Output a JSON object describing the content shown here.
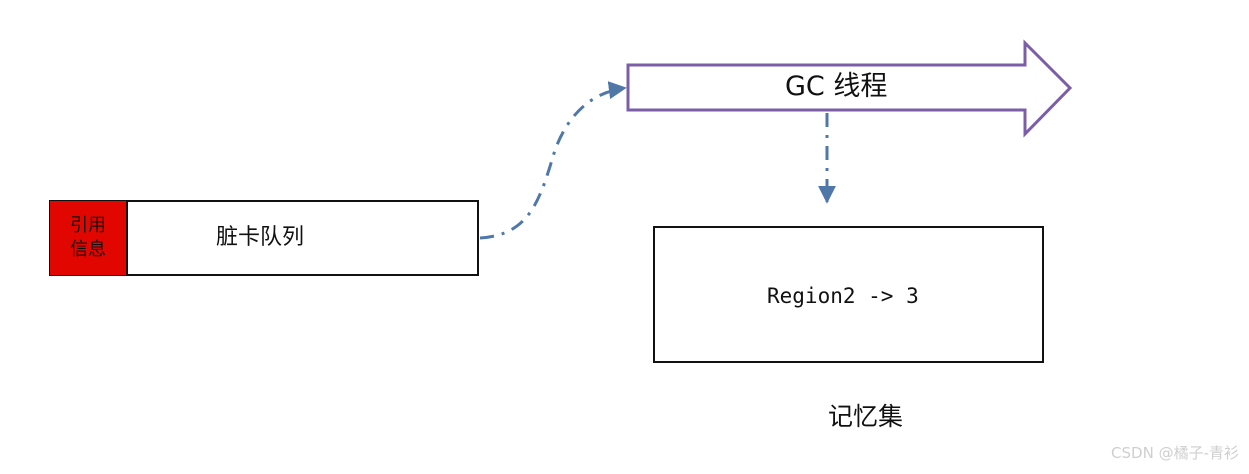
{
  "dirty_card_queue": {
    "ref_info_label": "引用\n信息",
    "title": "脏卡队列"
  },
  "gc_thread": {
    "label": "GC 线程"
  },
  "remembered_set": {
    "entry": "Region2 -> 3",
    "title": "记忆集"
  },
  "watermark": "CSDN @橘子-青衫",
  "colors": {
    "ref_info_fill": "#e10600",
    "gc_arrow_stroke": "#7b5ea7",
    "connector_stroke": "#4f78a8",
    "box_stroke": "#111111"
  }
}
